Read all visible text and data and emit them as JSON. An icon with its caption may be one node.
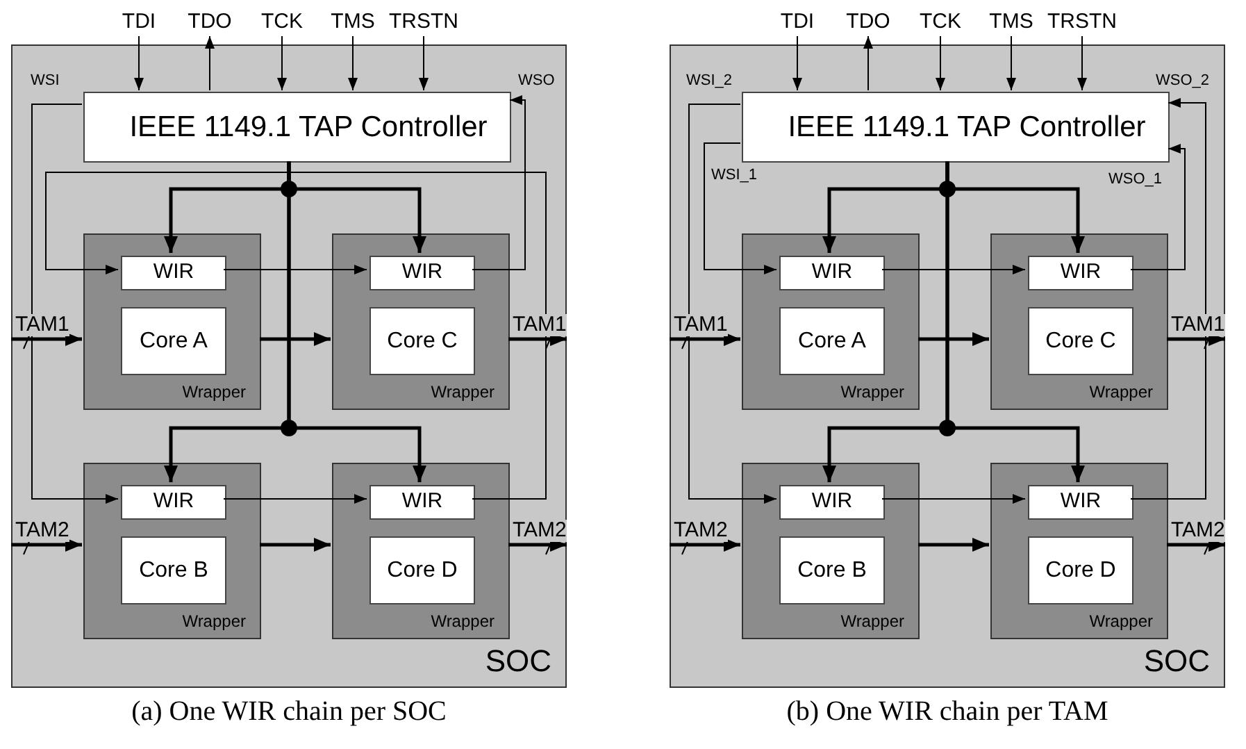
{
  "diagram": {
    "nodes": [
      {
        "text": [
          "TDI"
        ]
      },
      {
        "text": [
          "TDO"
        ]
      },
      {
        "text": [
          "TCK"
        ]
      },
      {
        "text": [
          "TMS"
        ]
      },
      {
        "text": [
          "TRSTN"
        ]
      },
      {
        "text": [
          "SOC"
        ]
      },
      {
        "text": [
          "IEEE 1149.1 TAP Controller"
        ],
        "in": 5
      },
      {
        "text": [
          "Wrapper"
        ],
        "in": 5
      },
      {
        "text": [
          "WIR"
        ],
        "in": 7
      },
      {
        "text": [
          "Core A"
        ],
        "in": 7
      },
      {
        "text": [
          "Wrapper"
        ],
        "in": 5
      },
      {
        "text": [
          "WIR"
        ],
        "in": 10
      },
      {
        "text": [
          "Core C"
        ],
        "in": 10
      },
      {
        "text": [
          "Wrapper"
        ],
        "in": 5
      },
      {
        "text": [
          "WIR"
        ],
        "in": 13
      },
      {
        "text": [
          "Core B"
        ],
        "in": 13
      },
      {
        "text": [
          "Wrapper"
        ],
        "in": 5
      },
      {
        "text": [
          "WIR"
        ],
        "in": 16
      },
      {
        "text": [
          "Core D"
        ],
        "in": 16
      },
      {
        "text": [
          "TDI"
        ]
      },
      {
        "text": [
          "TDO"
        ]
      },
      {
        "text": [
          "TCK"
        ]
      },
      {
        "text": [
          "TMS"
        ]
      },
      {
        "text": [
          "TRSTN"
        ]
      },
      {
        "text": [
          "SOC"
        ]
      },
      {
        "text": [
          "IEEE 1149.1 TAP Controller"
        ],
        "in": 24
      },
      {
        "text": [
          "Wrapper"
        ],
        "in": 24
      },
      {
        "text": [
          "WIR"
        ],
        "in": 26
      },
      {
        "text": [
          "Core A"
        ],
        "in": 26
      },
      {
        "text": [
          "Wrapper"
        ],
        "in": 24
      },
      {
        "text": [
          "WIR"
        ],
        "in": 29
      },
      {
        "text": [
          "Core C"
        ],
        "in": 29
      },
      {
        "text": [
          "Wrapper"
        ],
        "in": 24
      },
      {
        "text": [
          "WIR"
        ],
        "in": 32
      },
      {
        "text": [
          "Core B"
        ],
        "in": 32
      },
      {
        "text": [
          "Wrapper"
        ],
        "in": 24
      },
      {
        "text": [
          "WIR"
        ],
        "in": 35
      },
      {
        "text": [
          "Core D"
        ],
        "in": 35
      }
    ],
    "edges": [
      {
        "from": 0,
        "to": 6,
        "arrow": "to"
      },
      {
        "from": 6,
        "to": 1,
        "arrow": "to"
      },
      {
        "from": 2,
        "to": 6,
        "arrow": "to"
      },
      {
        "from": 3,
        "to": 6,
        "arrow": "to"
      },
      {
        "from": 4,
        "to": 6,
        "arrow": "to"
      },
      {
        "from": 6,
        "to": 8,
        "arrow": "to",
        "style": "thick"
      },
      {
        "from": 6,
        "to": 11,
        "arrow": "to",
        "style": "thick"
      },
      {
        "from": 6,
        "to": 14,
        "arrow": "to",
        "style": "thick"
      },
      {
        "from": 6,
        "to": 17,
        "arrow": "to",
        "style": "thick"
      },
      {
        "from": 6,
        "to": 14,
        "arrow": "to",
        "label": "WSI"
      },
      {
        "from": 14,
        "to": 17,
        "arrow": "to"
      },
      {
        "from": 17,
        "to": 8,
        "arrow": "to"
      },
      {
        "from": 8,
        "to": 11,
        "arrow": "to"
      },
      {
        "from": 11,
        "to": 6,
        "arrow": "to",
        "label": "WSO"
      },
      {
        "from": null,
        "to": 7,
        "arrow": "to",
        "label": "TAM1",
        "style": "thick"
      },
      {
        "from": 7,
        "to": 10,
        "arrow": "to",
        "style": "thick"
      },
      {
        "from": 10,
        "to": null,
        "arrow": "to",
        "label": "TAM1",
        "style": "thick"
      },
      {
        "from": null,
        "to": 13,
        "arrow": "to",
        "label": "TAM2",
        "style": "thick"
      },
      {
        "from": 13,
        "to": 16,
        "arrow": "to",
        "style": "thick"
      },
      {
        "from": 16,
        "to": null,
        "arrow": "to",
        "label": "TAM2",
        "style": "thick"
      },
      {
        "from": 19,
        "to": 25,
        "arrow": "to"
      },
      {
        "from": 25,
        "to": 20,
        "arrow": "to"
      },
      {
        "from": 21,
        "to": 25,
        "arrow": "to"
      },
      {
        "from": 22,
        "to": 25,
        "arrow": "to"
      },
      {
        "from": 23,
        "to": 25,
        "arrow": "to"
      },
      {
        "from": 25,
        "to": 27,
        "arrow": "to",
        "style": "thick"
      },
      {
        "from": 25,
        "to": 30,
        "arrow": "to",
        "style": "thick"
      },
      {
        "from": 25,
        "to": 33,
        "arrow": "to",
        "style": "thick"
      },
      {
        "from": 25,
        "to": 36,
        "arrow": "to",
        "style": "thick"
      },
      {
        "from": 25,
        "to": 27,
        "arrow": "to",
        "label": "WSI_1"
      },
      {
        "from": 27,
        "to": 30,
        "arrow": "to"
      },
      {
        "from": 30,
        "to": 25,
        "arrow": "to",
        "label": "WSO_1"
      },
      {
        "from": 25,
        "to": 33,
        "arrow": "to",
        "label": "WSI_2"
      },
      {
        "from": 33,
        "to": 36,
        "arrow": "to"
      },
      {
        "from": 36,
        "to": 25,
        "arrow": "to",
        "label": "WSO_2"
      },
      {
        "from": null,
        "to": 26,
        "arrow": "to",
        "label": "TAM1",
        "style": "thick"
      },
      {
        "from": 26,
        "to": 29,
        "arrow": "to",
        "style": "thick"
      },
      {
        "from": 29,
        "to": null,
        "arrow": "to",
        "label": "TAM1",
        "style": "thick"
      },
      {
        "from": null,
        "to": 32,
        "arrow": "to",
        "label": "TAM2",
        "style": "thick"
      },
      {
        "from": 32,
        "to": 35,
        "arrow": "to",
        "style": "thick"
      },
      {
        "from": 35,
        "to": null,
        "arrow": "to",
        "label": "TAM2",
        "style": "thick"
      }
    ],
    "labels": [
      "(a) One WIR chain per SOC",
      "(b) One WIR chain per TAM"
    ]
  }
}
